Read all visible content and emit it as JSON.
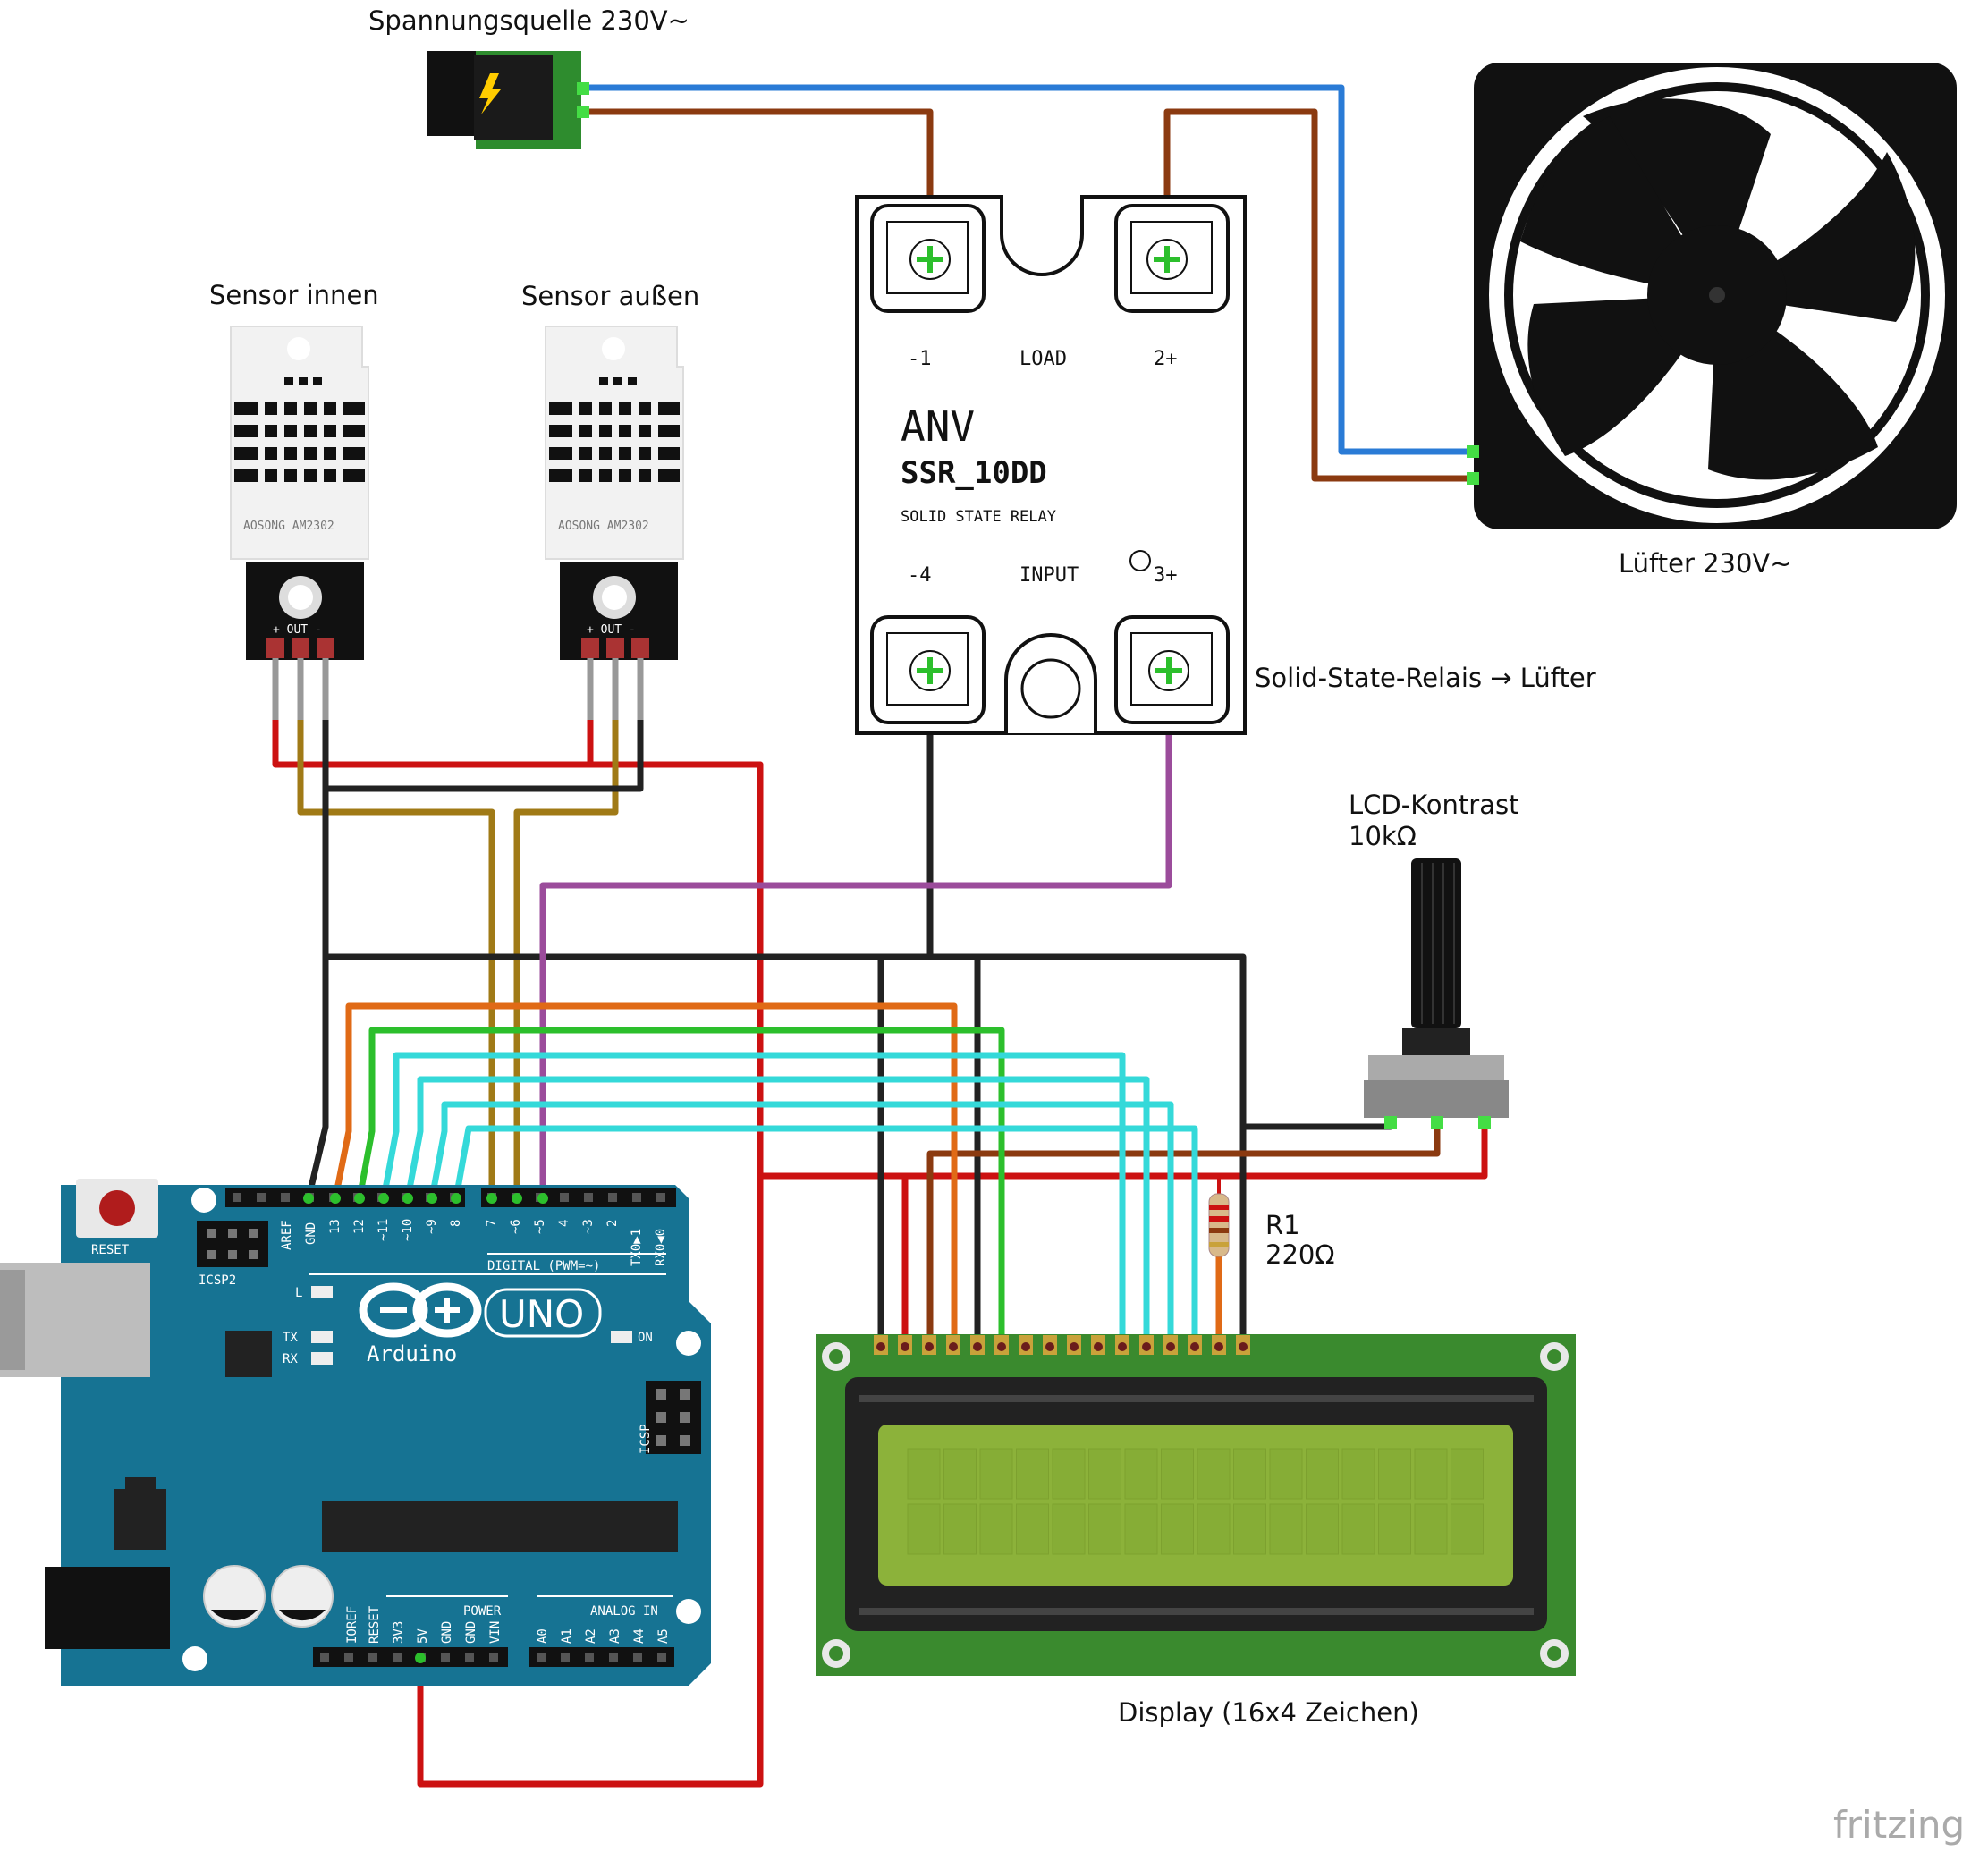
{
  "labels": {
    "power_source": "Spannungsquelle 230V~",
    "sensor_inside": "Sensor innen",
    "sensor_outside": "Sensor außen",
    "fan": "Lüfter 230V~",
    "relay_caption": "Solid-State-Relais → Lüfter",
    "pot_title": "LCD-Kontrast",
    "pot_value": "10kΩ",
    "resistor_name": "R1",
    "resistor_value": "220Ω",
    "display": "Display (16x4 Zeichen)",
    "watermark": "fritzing"
  },
  "relay": {
    "brand": "ANV",
    "model": "SSR_10DD",
    "subtitle": "SOLID STATE RELAY",
    "term1": "-1",
    "load": "LOAD",
    "term2": "2+",
    "term4": "-4",
    "input": "INPUT",
    "term3": "3+"
  },
  "sensor": {
    "marking": "AOSONG AM2302",
    "pins": "+ OUT -"
  },
  "arduino": {
    "reset": "RESET",
    "icsp2": "ICSP2",
    "icsp": "ICSP",
    "digital": "DIGITAL (PWM=~)",
    "brand": "Arduino",
    "model": "UNO",
    "led_l": "L",
    "led_tx": "TX",
    "led_rx": "RX",
    "led_on": "ON",
    "power": "POWER",
    "analog": "ANALOG IN",
    "pin_aref": "AREF",
    "pin_gnd": "GND",
    "pin_13": "13",
    "pin_12": "12",
    "pin_11": "~11",
    "pin_10": "~10",
    "pin_9": "~9",
    "pin_8": "8",
    "pin_7": "7",
    "pin_6": "~6",
    "pin_5": "~5",
    "pin_4": "4",
    "pin_3": "~3",
    "pin_2": "2",
    "pin_1": "TX0▶1",
    "pin_0": "RX0◀0",
    "pin_ioref": "IOREF",
    "pin_reset": "RESET",
    "pin_3v3": "3V3",
    "pin_5v": "5V",
    "pin_gnd2": "GND",
    "pin_gnd3": "GND",
    "pin_vin": "VIN",
    "pin_a0": "A0",
    "pin_a1": "A1",
    "pin_a2": "A2",
    "pin_a3": "A3",
    "pin_a4": "A4",
    "pin_a5": "A5"
  },
  "colors": {
    "wire_red": "#cc1111",
    "wire_black": "#222222",
    "wire_brown": "#8b3a10",
    "wire_blue": "#2a7bd6",
    "wire_ochre": "#a07a16",
    "wire_purple": "#9b4c9b",
    "wire_orange": "#e06a16",
    "wire_green": "#2cbf2c",
    "wire_cyan": "#34d9d9",
    "arduino_blue": "#167393",
    "lcd_green": "#3a8a2e",
    "lcd_screen": "#8cb23a"
  }
}
